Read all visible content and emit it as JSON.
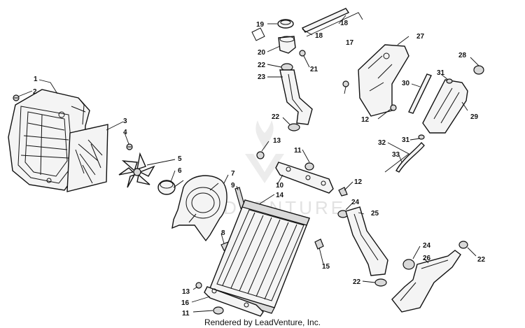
{
  "credit": "Rendered by LeadVenture, Inc.",
  "watermark": "LEADVENTURE",
  "callouts": [
    "1",
    "2",
    "3",
    "4",
    "5",
    "6",
    "7",
    "8",
    "9",
    "10",
    "11",
    "12",
    "13",
    "14",
    "15",
    "16",
    "17",
    "18",
    "19",
    "20",
    "21",
    "22",
    "23",
    "24",
    "25",
    "26",
    "27",
    "28",
    "29",
    "30",
    "31",
    "32",
    "33"
  ],
  "colors": {
    "line": "#111111",
    "watermark": "#e2e2e2",
    "background": "#ffffff"
  }
}
